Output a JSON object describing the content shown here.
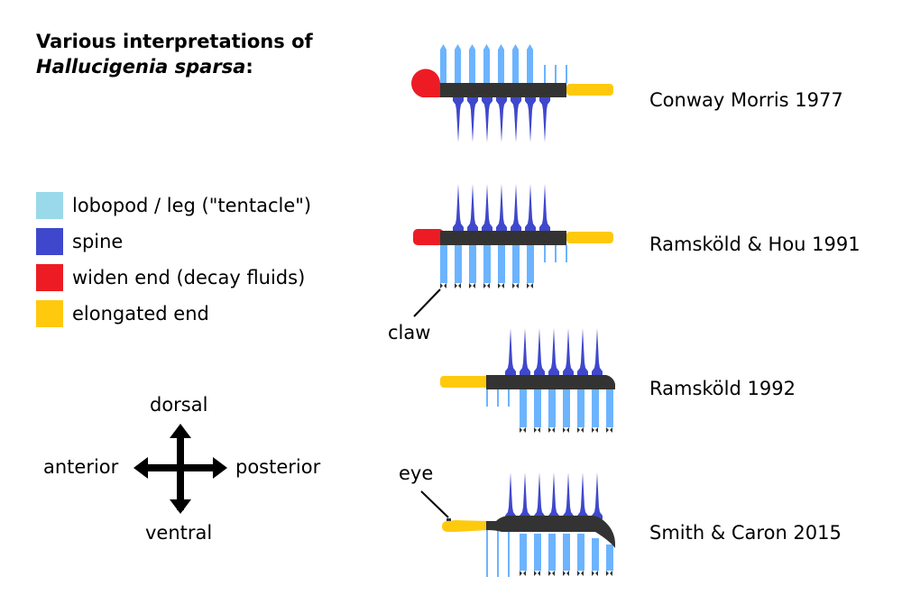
{
  "title": {
    "line1": "Various interpretations of",
    "line2_italic": "Hallucigenia sparsa",
    "line2_suffix": ":"
  },
  "colors": {
    "lobopod": "#99d9ea",
    "lobopod_drawn": "#6cb4ff",
    "spine": "#3f48cc",
    "widen_end": "#ed1c24",
    "elongated_end": "#ffc90e",
    "body": "#333333",
    "claw": "#333333"
  },
  "legend": [
    {
      "label": "lobopod / leg (\"tentacle\")",
      "color_key": "lobopod"
    },
    {
      "label": "spine",
      "color_key": "spine"
    },
    {
      "label": "widen end (decay fluids)",
      "color_key": "widen_end"
    },
    {
      "label": "elongated end",
      "color_key": "elongated_end"
    }
  ],
  "orientation": {
    "dorsal": "dorsal",
    "ventral": "ventral",
    "anterior": "anterior",
    "posterior": "posterior"
  },
  "annotations": {
    "claw": "claw",
    "eye": "eye"
  },
  "interpretations": [
    {
      "citation": "Conway Morris 1977",
      "spines": 7,
      "legs": 7,
      "thin_legs": 3,
      "legs_side": "dorsal",
      "spines_side": "ventral",
      "head": "widen_end",
      "tail": "elongated_end"
    },
    {
      "citation": "Ramsköld & Hou 1991",
      "spines": 7,
      "legs": 7,
      "thin_legs": 3,
      "legs_side": "ventral",
      "spines_side": "dorsal",
      "head": "widen_end",
      "tail": "elongated_end",
      "claws": true
    },
    {
      "citation": "Ramsköld 1992",
      "spines": 7,
      "legs": 7,
      "thin_legs": 3,
      "legs_side": "ventral",
      "spines_side": "dorsal",
      "head": "elongated_end",
      "claws": true
    },
    {
      "citation": "Smith & Caron 2015",
      "spines": 7,
      "legs": 7,
      "thin_legs": 3,
      "legs_side": "ventral",
      "spines_side": "dorsal",
      "head": "elongated_end",
      "claws": true,
      "eye": true
    }
  ]
}
